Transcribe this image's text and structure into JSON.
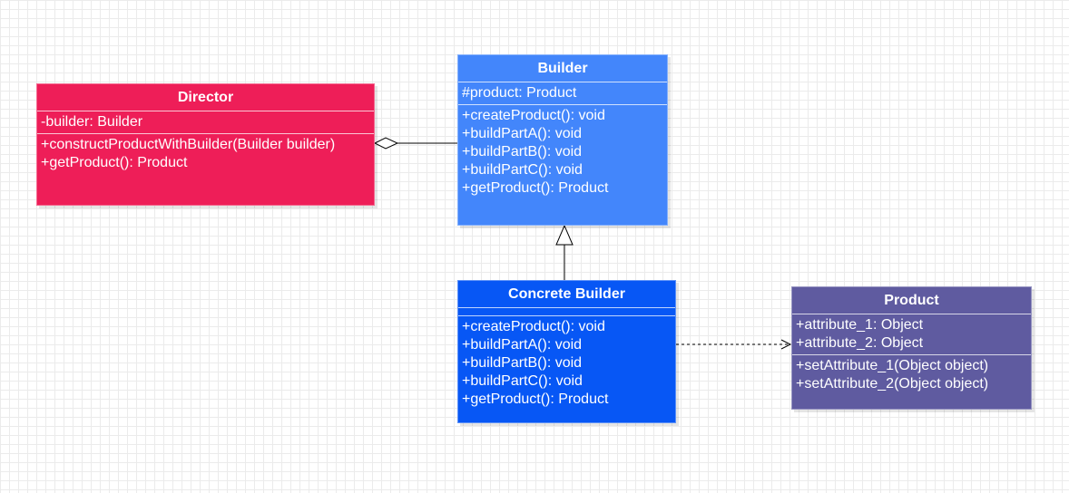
{
  "colors": {
    "director": "#ee1e58",
    "builder": "#4386fb",
    "concrete_builder": "#0757f5",
    "product": "#5f5ba0",
    "line": "#000000"
  },
  "classes": {
    "director": {
      "name": "Director",
      "attributes": [
        "-builder: Builder"
      ],
      "operations": [
        "+constructProductWithBuilder(Builder builder)",
        "+getProduct(): Product"
      ]
    },
    "builder": {
      "name": "Builder",
      "attributes": [
        "#product: Product"
      ],
      "operations": [
        "+createProduct(): void",
        "+buildPartA(): void",
        "+buildPartB(): void",
        "+buildPartC(): void",
        "+getProduct(): Product"
      ]
    },
    "concrete_builder": {
      "name": "Concrete Builder",
      "attributes": [],
      "operations": [
        "+createProduct(): void",
        "+buildPartA(): void",
        "+buildPartB(): void",
        "+buildPartC(): void",
        "+getProduct(): Product"
      ]
    },
    "product": {
      "name": "Product",
      "attributes": [
        "+attribute_1: Object",
        "+attribute_2: Object"
      ],
      "operations": [
        "+setAttribute_1(Object object)",
        "+setAttribute_2(Object object)"
      ]
    }
  },
  "relations": [
    {
      "type": "aggregation",
      "from": "director",
      "to": "builder"
    },
    {
      "type": "generalization",
      "from": "concrete_builder",
      "to": "builder"
    },
    {
      "type": "dependency",
      "from": "concrete_builder",
      "to": "product"
    }
  ]
}
